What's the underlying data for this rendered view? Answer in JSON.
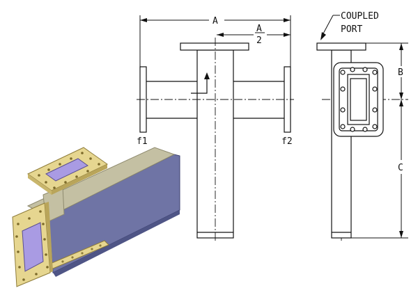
{
  "labels": {
    "dim_a": "A",
    "dim_half_num": "A",
    "dim_half_den": "2",
    "dim_b": "B",
    "dim_c": "C",
    "port_f1": "f1",
    "port_f2": "f2",
    "coupled_line1": "COUPLED",
    "coupled_line2": "PORT"
  },
  "colors": {
    "line": "#111111",
    "flange_face": "#e6d690",
    "flange_edge": "#b9a55a",
    "aperture": "#a99be3",
    "body_side": "#6f74a5",
    "body_top": "#c4c0a3",
    "body_dark": "#4f5586"
  }
}
